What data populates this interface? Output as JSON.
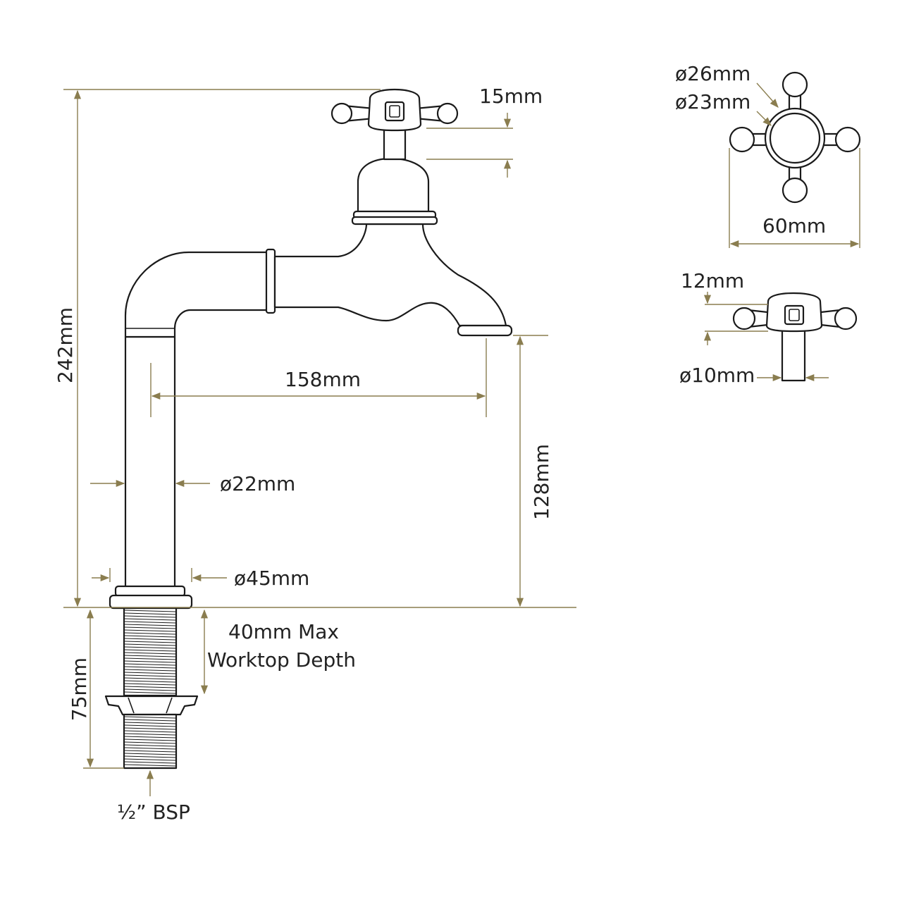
{
  "colors": {
    "dimension_line": "#8a7d4f",
    "outline": "#1a1a1a",
    "background": "#ffffff"
  },
  "labels": {
    "height_total": "242mm",
    "handle_gap": "15mm",
    "spout_reach": "158mm",
    "spout_height": "128mm",
    "pipe_diameter": "ø22mm",
    "base_diameter": "ø45mm",
    "worktop_line1": "40mm Max",
    "worktop_line2": "Worktop Depth",
    "shank_length": "75mm",
    "bsp": "½” BSP",
    "hub_outer": "ø26mm",
    "hub_inner": "ø23mm",
    "handle_width": "60mm",
    "handle_height": "12mm",
    "stem_diameter": "ø10mm"
  }
}
